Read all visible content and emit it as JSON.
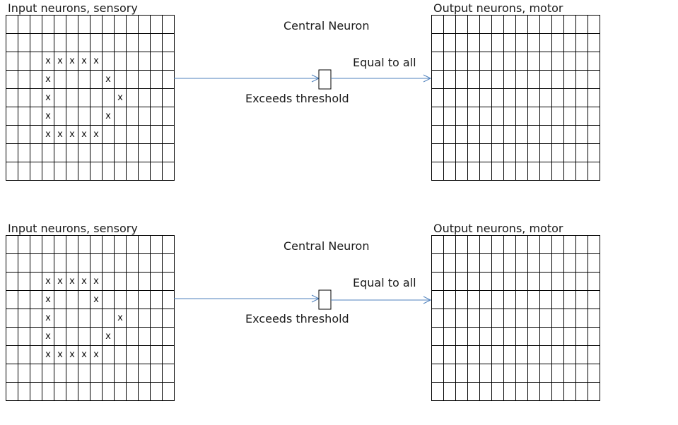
{
  "colors": {
    "arrow": "#4f81bd",
    "grid_line": "#000000"
  },
  "grid_size": {
    "rows": 9,
    "cols": 14
  },
  "panels": [
    {
      "input_title": "Input neurons, sensory",
      "output_title": "Output neurons, motor",
      "central_label": "Central Neuron",
      "equal_label": "Equal to all",
      "exceeds_label": "Exceeds threshold",
      "marker": "x",
      "input_marks": [
        [
          2,
          3
        ],
        [
          2,
          4
        ],
        [
          2,
          5
        ],
        [
          2,
          6
        ],
        [
          2,
          7
        ],
        [
          3,
          3
        ],
        [
          3,
          8
        ],
        [
          4,
          3
        ],
        [
          4,
          9
        ],
        [
          5,
          3
        ],
        [
          5,
          8
        ],
        [
          6,
          3
        ],
        [
          6,
          4
        ],
        [
          6,
          5
        ],
        [
          6,
          6
        ],
        [
          6,
          7
        ]
      ]
    },
    {
      "input_title": "Input neurons, sensory",
      "output_title": "Output neurons, motor",
      "central_label": "Central Neuron",
      "equal_label": "Equal to all",
      "exceeds_label": "Exceeds threshold",
      "marker": "x",
      "input_marks": [
        [
          2,
          3
        ],
        [
          2,
          4
        ],
        [
          2,
          5
        ],
        [
          2,
          6
        ],
        [
          2,
          7
        ],
        [
          3,
          3
        ],
        [
          3,
          7
        ],
        [
          4,
          3
        ],
        [
          4,
          9
        ],
        [
          5,
          3
        ],
        [
          5,
          8
        ],
        [
          6,
          3
        ],
        [
          6,
          4
        ],
        [
          6,
          5
        ],
        [
          6,
          6
        ],
        [
          6,
          7
        ]
      ]
    }
  ]
}
